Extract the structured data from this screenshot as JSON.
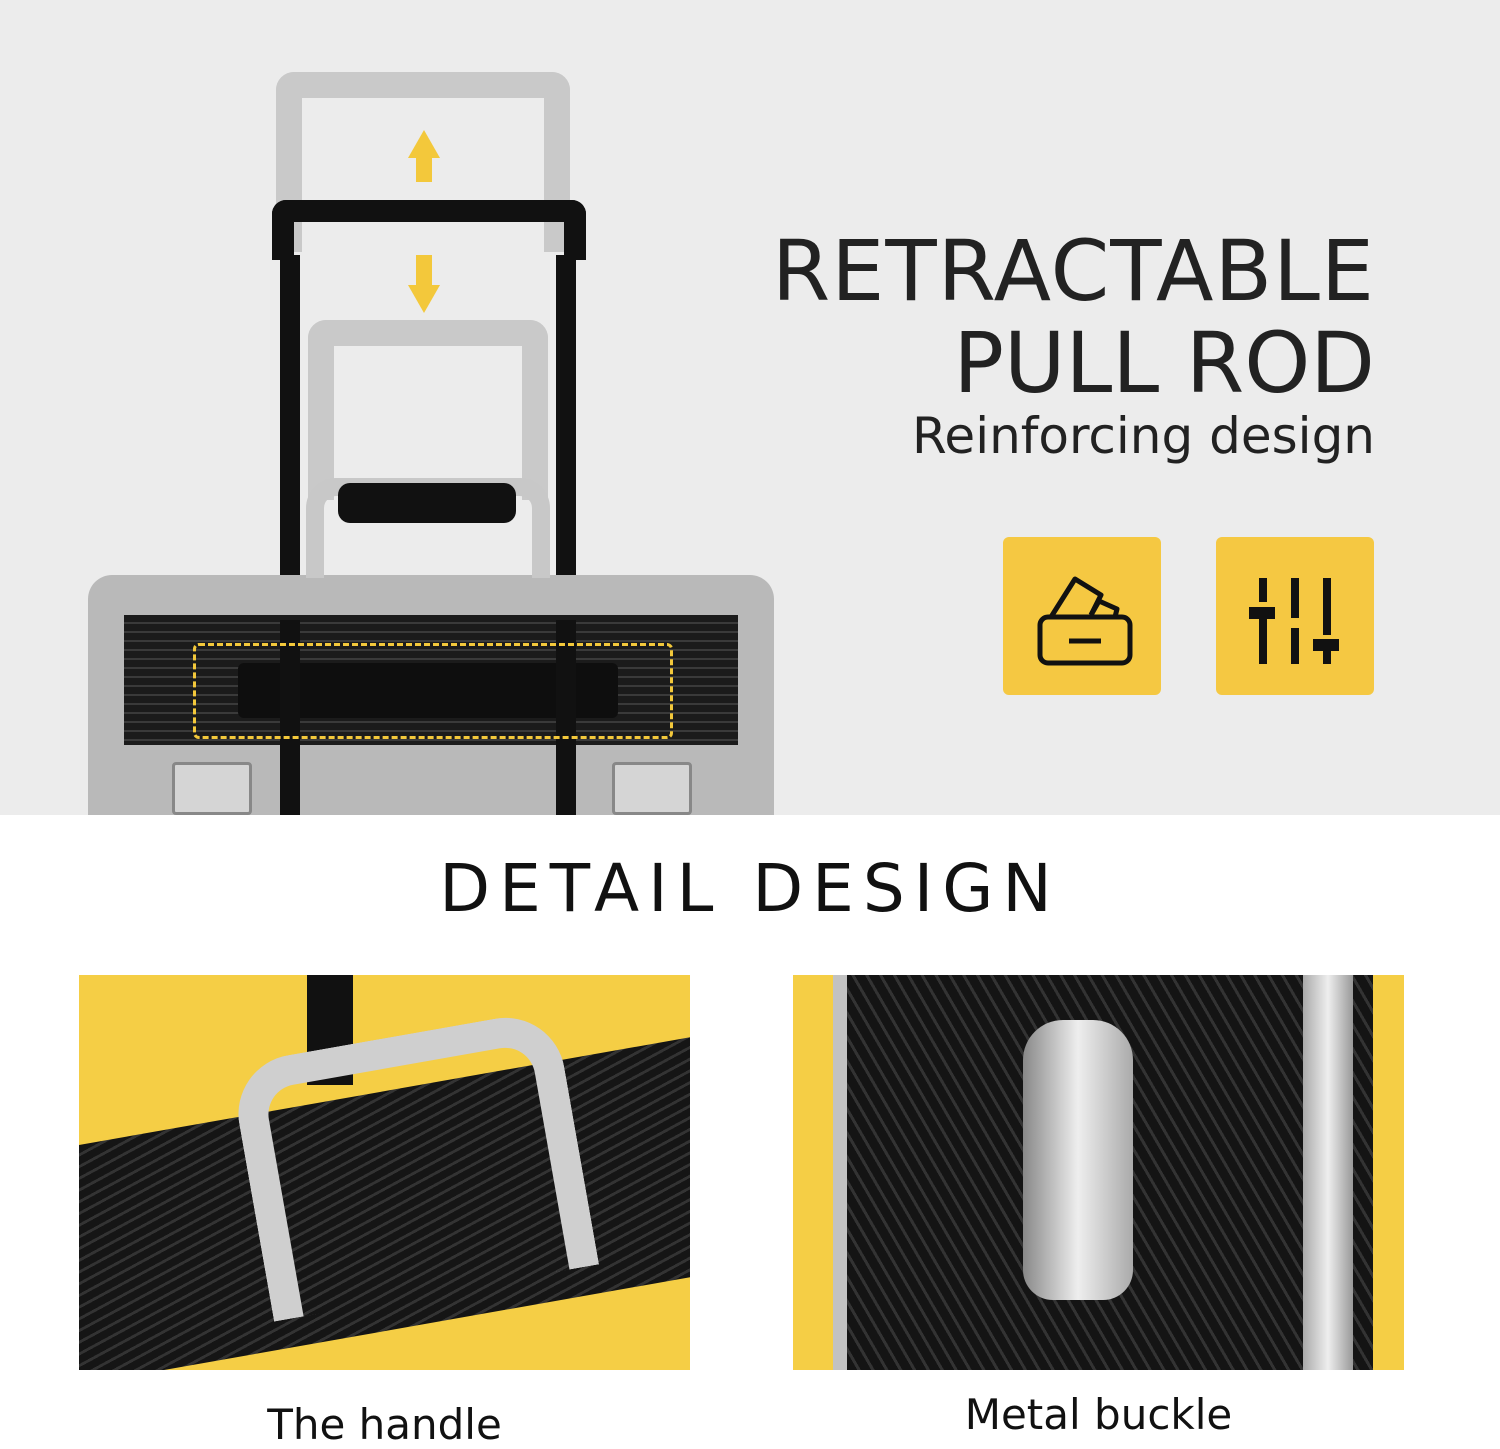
{
  "feature": {
    "title_line1": "RETRACTABLE",
    "title_line2": "PULL ROD",
    "subtitle": "Reinforcing design",
    "icons": [
      "drawer-cards-icon",
      "sliders-icon"
    ],
    "accent_color": "#f5c842"
  },
  "detail": {
    "heading": "DETAIL DESIGN",
    "items": [
      {
        "caption": "The handle"
      },
      {
        "caption": "Metal buckle"
      }
    ]
  }
}
